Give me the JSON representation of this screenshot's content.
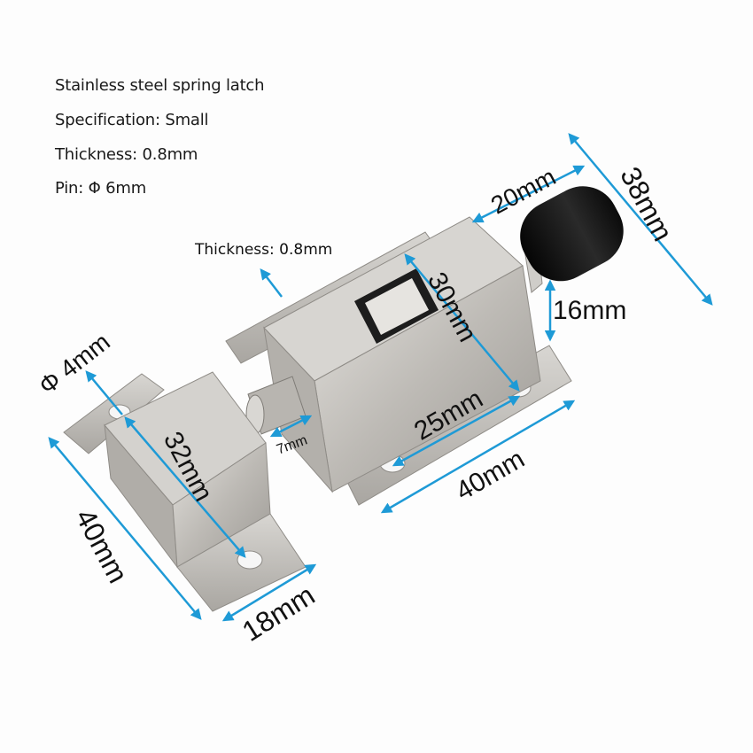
{
  "specs": [
    "Stainless steel spring latch",
    "Specification: Small",
    "Thickness: 0.8mm",
    "Pin: Φ 6mm"
  ],
  "annotations": {
    "thickness": "Thickness: 0.8mm",
    "knob_length": "20mm",
    "overall_height": "38mm",
    "knob_height": "16mm",
    "body_width": "30mm",
    "hole_spacing": "25mm",
    "base_length": "40mm",
    "pin_length": "7mm",
    "hole_diameter": "Φ 4mm",
    "keeper_hole_spacing": "32mm",
    "keeper_length": "40mm",
    "keeper_width": "18mm"
  },
  "colors": {
    "arrow": "#1e9ad6",
    "steel": "#c9c7c3",
    "knob": "#141414"
  }
}
